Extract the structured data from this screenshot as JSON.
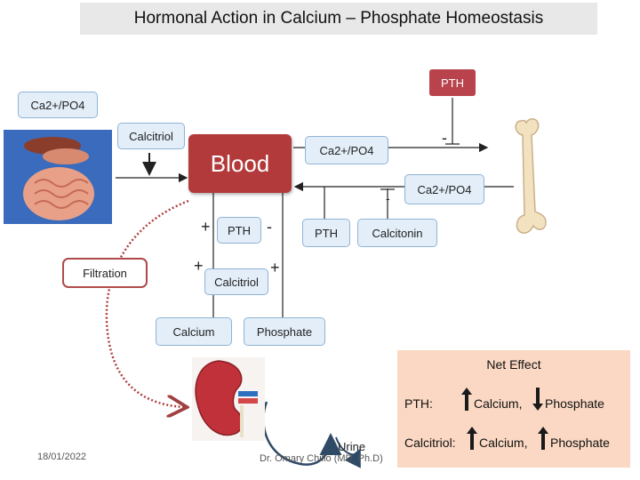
{
  "title": "Hormonal Action in Calcium – Phosphate Homeostasis",
  "labels": {
    "pth_top": "PTH",
    "ca_po4_left": "Ca2+/PO4",
    "calcitriol_top": "Calcitriol",
    "blood": "Blood",
    "ca_po4_mid": "Ca2+/PO4",
    "ca_po4_right": "Ca2+/PO4",
    "pth_mid": "PTH",
    "pth_mid2": "PTH",
    "calcitonin": "Calcitonin",
    "filtration": "Filtration",
    "calcitriol_mid": "Calcitriol",
    "calcium": "Calcium",
    "phosphate": "Phosphate",
    "urine": "Urine"
  },
  "signs": {
    "plus_1": "+",
    "minus_1": "-",
    "plus_2": "+",
    "plus_3": "+",
    "minus_2": "-",
    "minus_3": "-"
  },
  "net_effect": {
    "title": "Net Effect",
    "rows": [
      {
        "hormone": "PTH:",
        "calcium": "Calcium,",
        "phosphate": "Phosphate",
        "calcium_dir": "up",
        "phosphate_dir": "down"
      },
      {
        "hormone": "Calcitriol:",
        "calcium": "Calcium,",
        "phosphate": "Phosphate",
        "calcium_dir": "up",
        "phosphate_dir": "up"
      }
    ]
  },
  "footer": {
    "date": "18/01/2022",
    "author": "Dr. Omary Chillo (MD, Ph.D)"
  },
  "colors": {
    "blood": "#b23a3a",
    "pth_box": "#b9434d",
    "label_box_fill": "#e3eef8",
    "label_box_border": "#8fb3d6",
    "net_effect_bg": "#fad8c3",
    "filtration_border": "#b04a4a",
    "arrow_up_down": "#1a1a1a",
    "urine_arrow": "#2e4a66"
  }
}
